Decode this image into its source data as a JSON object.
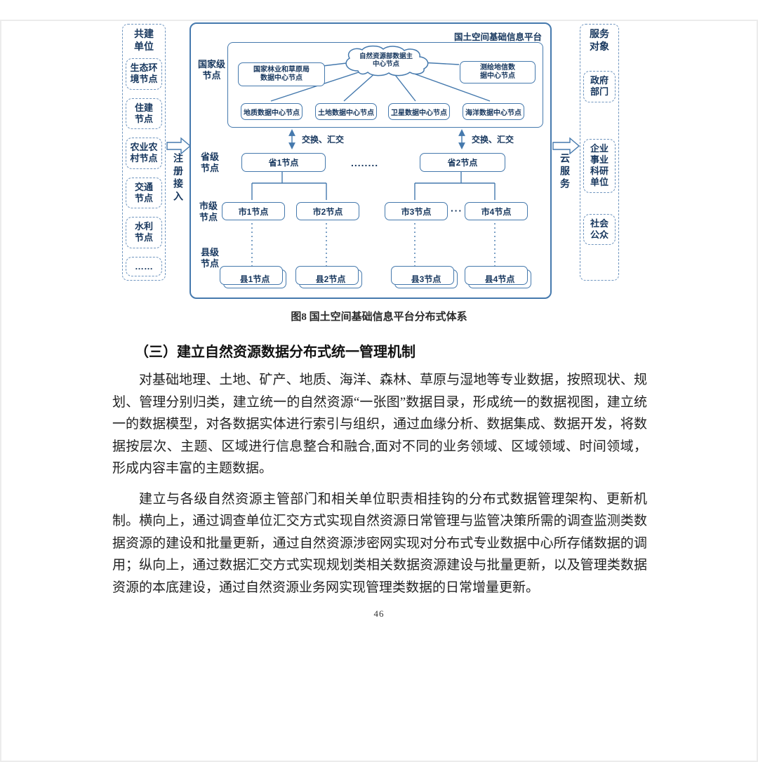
{
  "figure": {
    "platform_title": "国土空间基础信息平台",
    "left_panel": {
      "title": "共建单位",
      "items": [
        "生态环境节点",
        "住建节点",
        "农业农村节点",
        "交通节点",
        "水利节点",
        "……"
      ]
    },
    "right_panel": {
      "title": "服务对象",
      "items": [
        "政府部门",
        "企业事业科研单位",
        "社会公众"
      ]
    },
    "left_connector_label": "注册接入",
    "right_connector_label": "云服务",
    "national": {
      "label": "国家级节点",
      "cloud": "自然资源部数据主中心节点",
      "branch_nodes": [
        "国家林业和草原局数据中心节点",
        "测绘地信数据中心节点"
      ],
      "data_centers": [
        "地质数据中心节点",
        "土地数据中心节点",
        "卫星数据中心节点",
        "海洋数据中心节点"
      ]
    },
    "exchange_labels": [
      "交换、汇交",
      "交换、汇交"
    ],
    "province": {
      "label": "省级节点",
      "nodes": [
        "省1节点",
        "省2节点"
      ],
      "ellipsis": "........"
    },
    "city": {
      "label": "市级节点",
      "nodes": [
        "市1节点",
        "市2节点",
        "市3节点",
        "市4节点"
      ],
      "ellipsis": "···"
    },
    "county": {
      "label": "县级节点",
      "nodes": [
        "县1节点",
        "县2节点",
        "县3节点",
        "县4节点"
      ]
    }
  },
  "document": {
    "figure_caption": "图8 国土空间基础信息平台分布式体系",
    "section_heading": "（三）建立自然资源数据分布式统一管理机制",
    "paragraphs": [
      "对基础地理、土地、矿产、地质、海洋、森林、草原与湿地等专业数据，按照现状、规划、管理分别归类，建立统一的自然资源“一张图”数据目录，形成统一的数据视图，建立统一的数据模型，对各数据实体进行索引与组织，通过血缘分析、数据集成、数据开发，将数据按层次、主题、区域进行信息整合和融合,面对不同的业务领域、区域领域、时间领域，形成内容丰富的主题数据。",
      "建立与各级自然资源主管部门和相关单位职责相挂钩的分布式数据管理架构、更新机制。横向上，通过调查单位汇交方式实现自然资源日常管理与监管决策所需的调查监测类数据资源的建设和批量更新，通过自然资源涉密网实现对分布式专业数据中心所存储数据的调用；纵向上，通过数据汇交方式实现规划类相关数据资源建设与批量更新，以及管理类数据资源的本底建设，通过自然资源业务网实现管理类数据的日常增量更新。"
    ],
    "page_number": "46"
  }
}
